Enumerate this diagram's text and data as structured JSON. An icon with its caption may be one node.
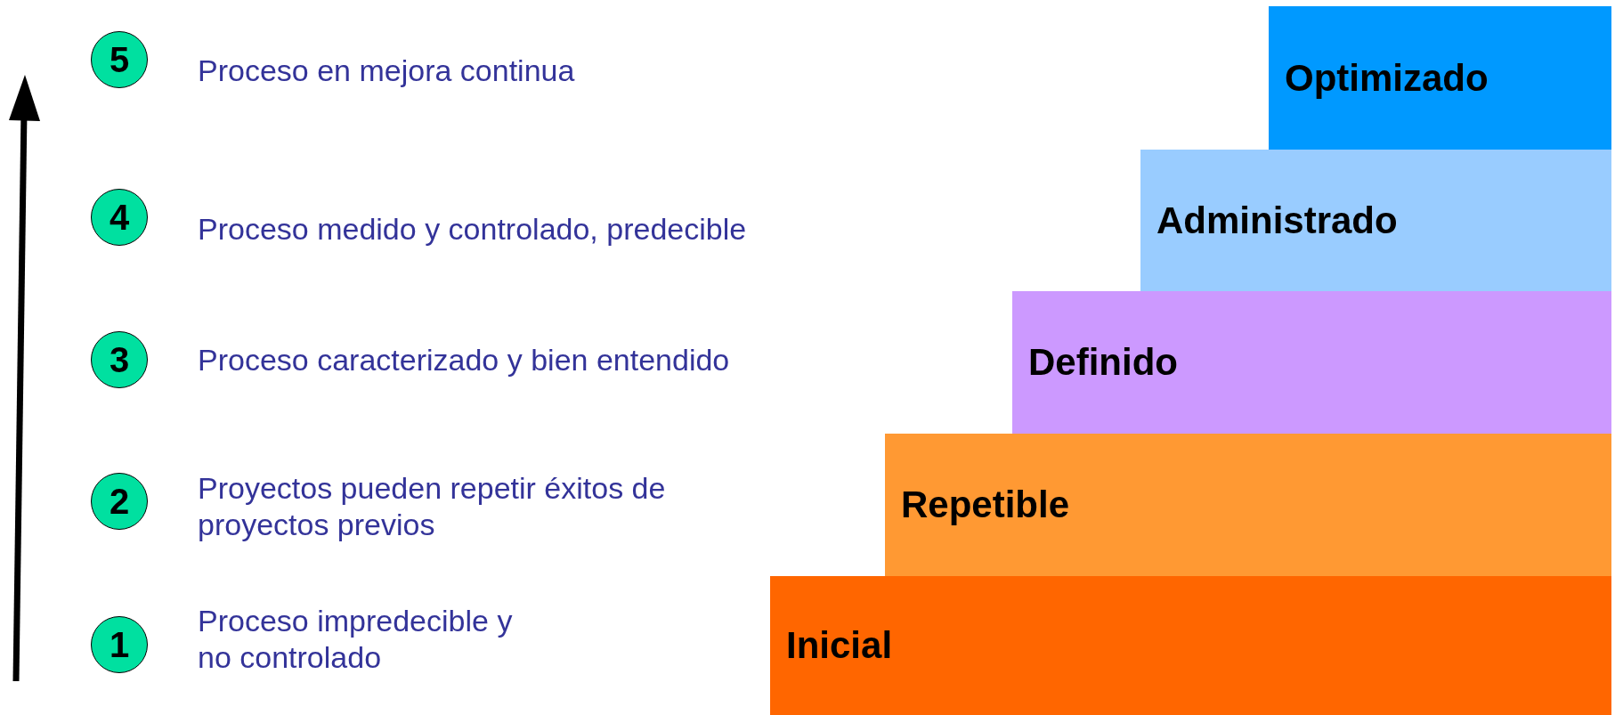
{
  "diagram": {
    "nodes": [
      {
        "text": [
          "5"
        ],
        "beside": [
          "Proceso en mejora continua"
        ]
      },
      {
        "text": [
          "Optimizado"
        ]
      },
      {
        "text": [
          "4"
        ],
        "beside": [
          "Proceso medido y controlado, predecible"
        ]
      },
      {
        "text": [
          "Administrado"
        ]
      },
      {
        "text": [
          "3"
        ],
        "beside": [
          "Proceso caracterizado y bien entendido"
        ]
      },
      {
        "text": [
          "Definido"
        ]
      },
      {
        "text": [
          "2"
        ],
        "beside": [
          "Proyectos pueden repetir éxitos de proyectos previos"
        ]
      },
      {
        "text": [
          "Repetible"
        ]
      },
      {
        "text": [
          "1"
        ],
        "beside": [
          "Proceso impredecible y no controlado"
        ]
      },
      {
        "text": [
          "Inicial"
        ]
      }
    ]
  }
}
